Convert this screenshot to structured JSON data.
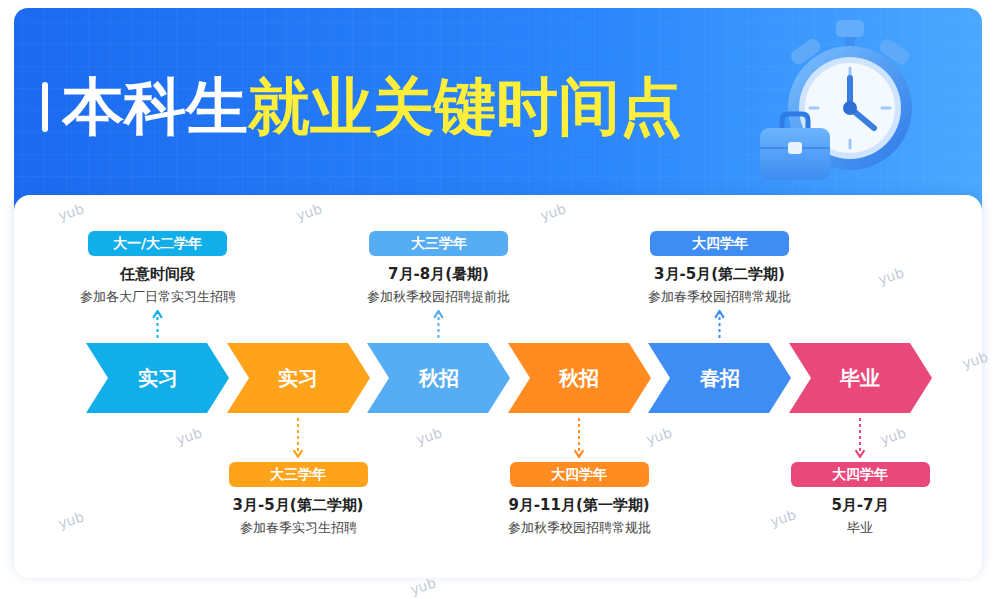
{
  "diagram": {
    "title": "本科生就业关键时间点",
    "nodes": [
      {
        "text": [
          "实习"
        ]
      },
      {
        "text": [
          "实习"
        ]
      },
      {
        "text": [
          "秋招"
        ]
      },
      {
        "text": [
          "秋招"
        ]
      },
      {
        "text": [
          "春招"
        ]
      },
      {
        "text": [
          "毕业"
        ]
      },
      {
        "text": [
          "大一/大二学年",
          "任意时间段",
          "参加各大厂日常实习生招聘"
        ]
      },
      {
        "text": [
          "大三学年",
          "3月-5月(第二学期)",
          "参加春季实习生招聘"
        ]
      },
      {
        "text": [
          "大三学年",
          "7月-8月(暑期)",
          "参加秋季校园招聘提前批"
        ]
      },
      {
        "text": [
          "大四学年",
          "9月-11月(第一学期)",
          "参加秋季校园招聘常规批"
        ]
      },
      {
        "text": [
          "大四学年",
          "3月-5月(第二学期)",
          "参加春季校园招聘常规批"
        ]
      },
      {
        "text": [
          "大四学年",
          "5月-7月",
          "毕业"
        ]
      }
    ],
    "edges": [
      {
        "from": 0,
        "to": 6,
        "arrow": "to"
      },
      {
        "from": 1,
        "to": 7,
        "arrow": "to"
      },
      {
        "from": 2,
        "to": 8,
        "arrow": "to"
      },
      {
        "from": 3,
        "to": 9,
        "arrow": "to"
      },
      {
        "from": 4,
        "to": 10,
        "arrow": "to"
      },
      {
        "from": 5,
        "to": 11,
        "arrow": "to"
      }
    ],
    "labels": [
      "yub",
      "yub",
      "yub",
      "yub",
      "yub",
      "yub",
      "yub",
      "yub",
      "yub",
      "yub",
      "yub",
      "yub"
    ]
  }
}
